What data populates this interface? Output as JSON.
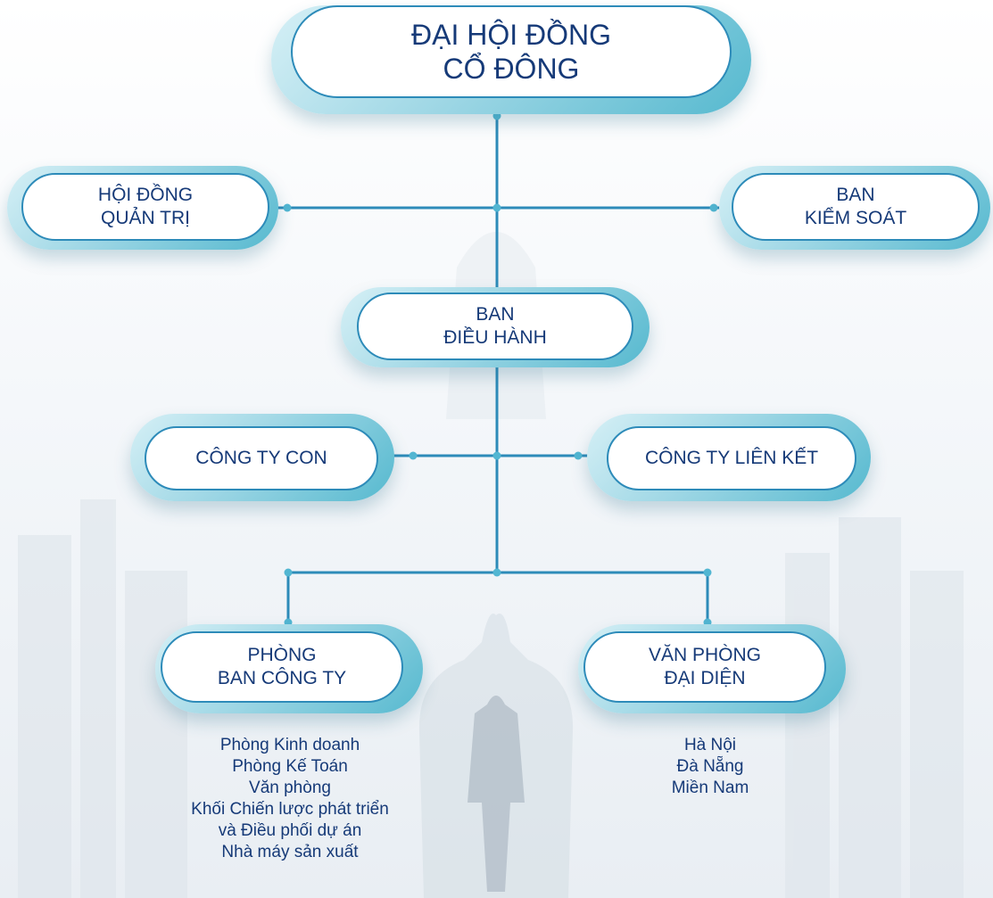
{
  "nodes": {
    "general_meeting": [
      "ĐẠI HỘI ĐỒNG",
      "CỔ ĐÔNG"
    ],
    "board_of_directors": [
      "HỘI ĐỒNG",
      "QUẢN TRỊ"
    ],
    "supervisory_board": [
      "BAN",
      "KIỂM SOÁT"
    ],
    "executive_board": [
      "BAN",
      "ĐIỀU HÀNH"
    ],
    "subsidiaries": [
      "CÔNG TY CON"
    ],
    "affiliates": [
      "CÔNG TY LIÊN KẾT"
    ],
    "company_departments": [
      "PHÒNG",
      "BAN CÔNG TY"
    ],
    "representative_offices": [
      "VĂN PHÒNG",
      "ĐẠI DIỆN"
    ]
  },
  "lists": {
    "company_departments": [
      "Phòng Kinh doanh",
      "Phòng Kế Toán",
      "Văn phòng",
      "Khối Chiến lược phát triển",
      "và Điều phối dự án",
      "Nhà máy sản xuất"
    ],
    "representative_offices": [
      "Hà Nội",
      "Đà Nẵng",
      "Miền Nam"
    ]
  },
  "colors": {
    "line": "#2d8bb9",
    "dot": "#52b6d2",
    "text": "#163a78",
    "ring_light": "#d6f0f6",
    "ring_dark": "#56b9cf"
  }
}
